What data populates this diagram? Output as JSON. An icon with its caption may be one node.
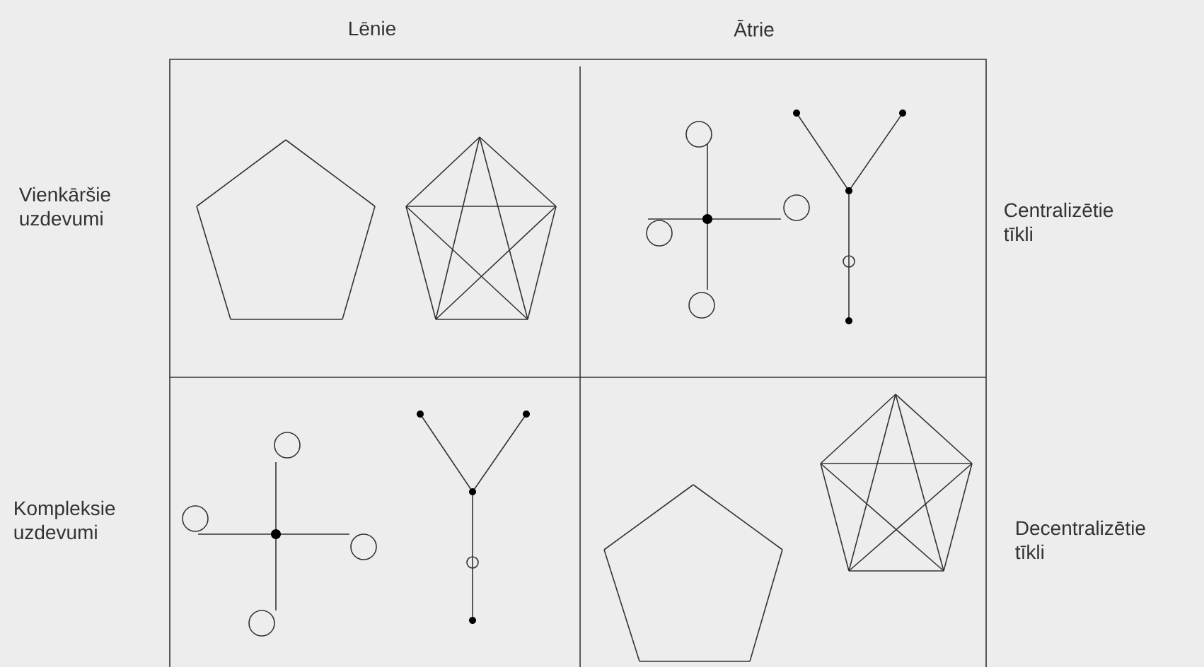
{
  "diagram": {
    "labels": [
      "Lēnie",
      "Ātrie",
      "Vienkāršie uzdevumi",
      "Centralizētie tīkli",
      "Kompleksie uzdevumi",
      "Decentralizētie tīkli"
    ]
  }
}
